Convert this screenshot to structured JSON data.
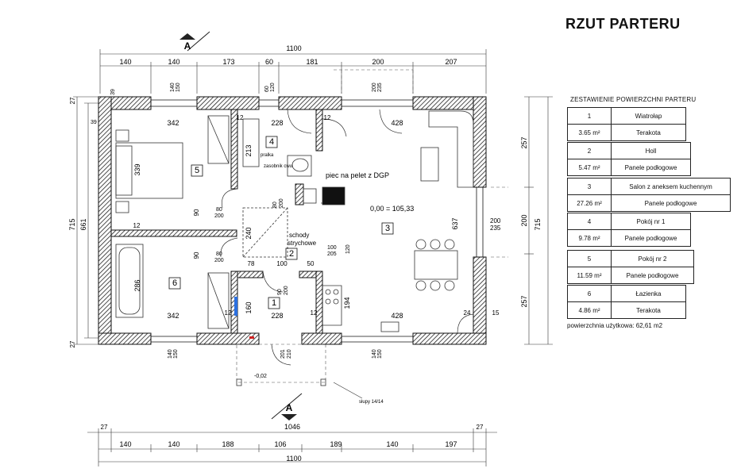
{
  "title": "RZUT PARTERU",
  "section_mark": "A",
  "dims": {
    "top_total": "1100",
    "top_segments": [
      "140",
      "140",
      "173",
      "60",
      "181",
      "200",
      "207"
    ],
    "bottom_total": "1100",
    "bottom_inner": "1046",
    "bottom_segments": [
      "140",
      "140",
      "188",
      "106",
      "189",
      "140",
      "197"
    ],
    "bottom_edge": "27",
    "left_total": "715",
    "left_inner": "661",
    "left_edge": "27",
    "left_39_top": "39",
    "left_39_mid": "39",
    "right_total": "715",
    "right_segments": [
      "257",
      "200",
      "257"
    ],
    "right_door": [
      "200",
      "235"
    ],
    "window_140_150": [
      "140",
      "150"
    ],
    "window_60_120": [
      "60",
      "120"
    ],
    "window_200_235": [
      "200",
      "235"
    ],
    "room_5_width": "342",
    "room_6_width": "342",
    "room_4_width": "228",
    "room_1_width": "228",
    "room_3_width_top": "428",
    "room_3_width_bottom": "428",
    "room_5_depth": "339",
    "room_6_depth": "286",
    "room_3_depth": "637",
    "wall_12": "12",
    "d_213": "213",
    "d_240": "240",
    "d_78": "78",
    "d_100": "100",
    "d_50": "50",
    "d_160": "160",
    "d_194": "194",
    "d_90": "90",
    "d_24": "24",
    "d_15": "15",
    "door_80_200": [
      "80",
      "200"
    ],
    "door_90_200": [
      "90",
      "200"
    ],
    "win_100_205": [
      "100",
      "205"
    ],
    "win_120": "120",
    "win_201_210": [
      "201",
      "210"
    ],
    "level_mark": "-0,02"
  },
  "labels": {
    "room_1": "1",
    "room_2": "2",
    "room_3": "3",
    "room_4": "4",
    "room_5": "5",
    "room_6": "6",
    "pralka": "pralka",
    "zasobnik": "zasobnik cwu",
    "piec": "piec na pelet z DGP",
    "level": "0,00 = 105,33",
    "stairs_1": "schody",
    "stairs_2": "strychowe",
    "posts": "słupy 14/14"
  },
  "table": {
    "title": "ZESTAWIENIE POWIERZCHNI PARTERU",
    "rows": [
      {
        "no": "1",
        "name": "Wiatrołap",
        "area": "3.65 m²",
        "floor": "Terakota"
      },
      {
        "no": "2",
        "name": "Holl",
        "area": "5.47 m²",
        "floor": "Panele podłogowe"
      },
      {
        "no": "3",
        "name": "Salon z aneksem kuchennym",
        "area": "27.26 m²",
        "floor": "Panele podłogowe"
      },
      {
        "no": "4",
        "name": "Pokój nr 1",
        "area": "9.78 m²",
        "floor": "Panele podłogowe"
      },
      {
        "no": "5",
        "name": "Pokój nr 2",
        "area": "11.59 m²",
        "floor": "Panele podłogowe"
      },
      {
        "no": "6",
        "name": "Łazienka",
        "area": "4.86 m²",
        "floor": "Terakota"
      }
    ],
    "total": "powierzchnia użytkowa: 62,61 m2"
  }
}
